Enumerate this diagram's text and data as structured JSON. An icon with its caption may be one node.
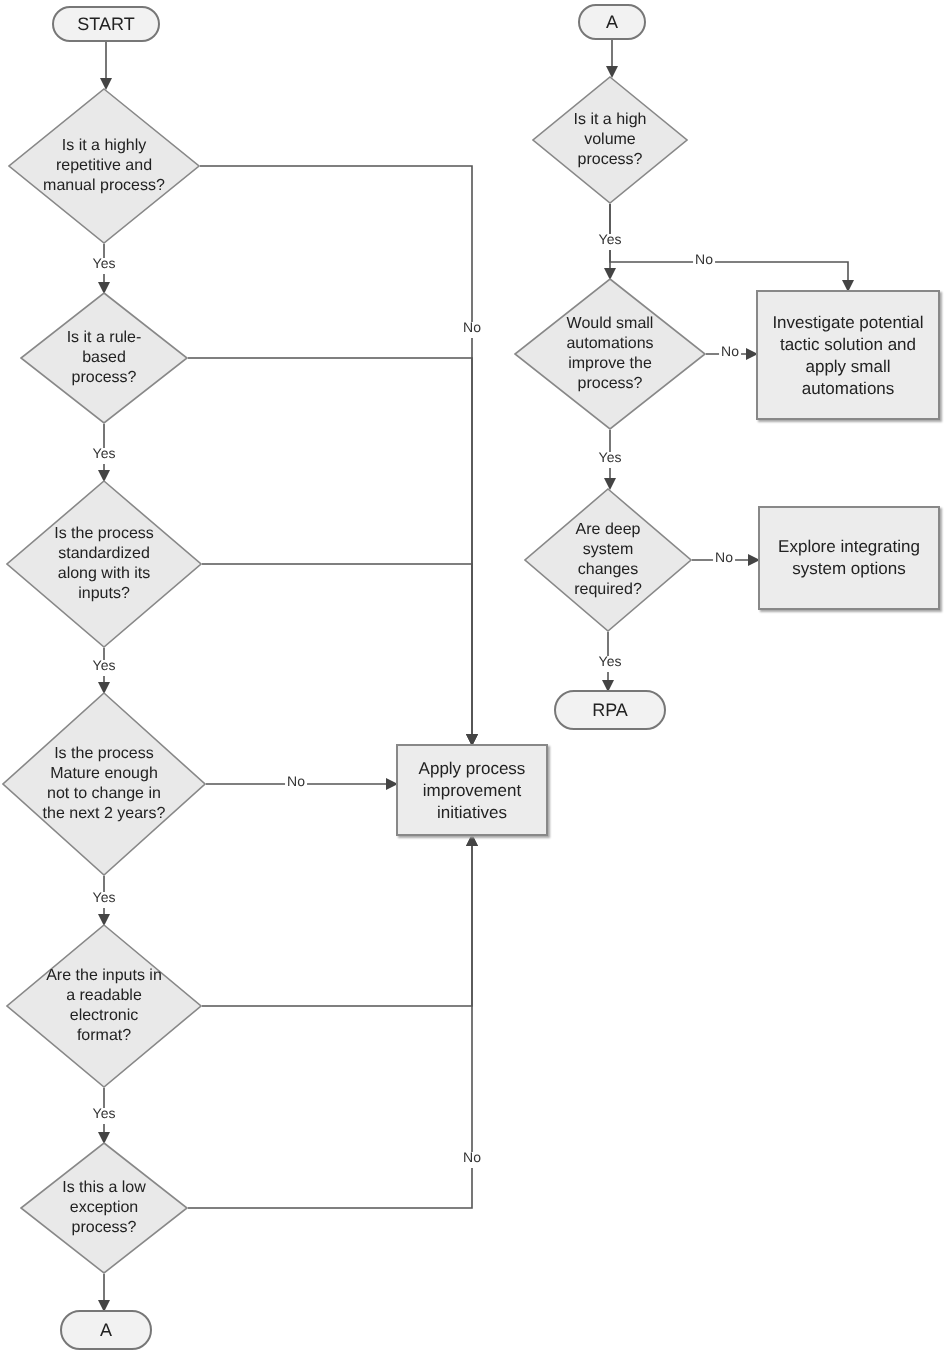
{
  "diagram": {
    "nodes": [
      {
        "text": [
          "START"
        ]
      },
      {
        "text": [
          "Is it a highly repetitive and manual process?"
        ]
      },
      {
        "text": [
          "Is it a rule-based process?"
        ]
      },
      {
        "text": [
          "Is the process standardized along with its inputs?"
        ]
      },
      {
        "text": [
          "Is the process Mature enough not to change in the next 2 years?"
        ]
      },
      {
        "text": [
          "Apply process improvement initiatives"
        ]
      },
      {
        "text": [
          "Are the inputs in a readable electronic format?"
        ]
      },
      {
        "text": [
          "Is this a low exception process?"
        ]
      },
      {
        "text": [
          "A"
        ]
      },
      {
        "text": [
          "A"
        ]
      },
      {
        "text": [
          "Is it a high volume process?"
        ]
      },
      {
        "text": [
          "Would small automations improve the process?"
        ]
      },
      {
        "text": [
          "Investigate potential tactic solution and apply small automations"
        ]
      },
      {
        "text": [
          "Are deep system changes required?"
        ]
      },
      {
        "text": [
          "Explore integrating system options"
        ]
      },
      {
        "text": [
          "RPA"
        ]
      }
    ],
    "edges": [
      {
        "from": 0,
        "to": 1,
        "arrow": "to"
      },
      {
        "from": 1,
        "to": 2,
        "arrow": "to",
        "label": "Yes"
      },
      {
        "from": 2,
        "to": 3,
        "arrow": "to",
        "label": "Yes"
      },
      {
        "from": 3,
        "to": 4,
        "arrow": "to",
        "label": "Yes"
      },
      {
        "from": 4,
        "to": 5,
        "arrow": "to",
        "label": "No"
      },
      {
        "from": 4,
        "to": 6,
        "arrow": "to",
        "label": "Yes"
      },
      {
        "from": 6,
        "to": 7,
        "arrow": "to",
        "label": "Yes"
      },
      {
        "from": 7,
        "to": 8,
        "arrow": "to"
      },
      {
        "from": 1,
        "to": 5,
        "arrow": "to",
        "label": "No"
      },
      {
        "from": 2,
        "to": 5,
        "arrow": "to"
      },
      {
        "from": 3,
        "to": 5,
        "arrow": "to"
      },
      {
        "from": 6,
        "to": 5,
        "arrow": "to"
      },
      {
        "from": 7,
        "to": 5,
        "arrow": "to",
        "label": "No"
      },
      {
        "from": 9,
        "to": 10,
        "arrow": "to"
      },
      {
        "from": 10,
        "to": 11,
        "arrow": "to",
        "label": "Yes"
      },
      {
        "from": 10,
        "to": 12,
        "arrow": "to",
        "label": "No"
      },
      {
        "from": 11,
        "to": 12,
        "arrow": "to",
        "label": "No"
      },
      {
        "from": 11,
        "to": 13,
        "arrow": "to",
        "label": "Yes"
      },
      {
        "from": 13,
        "to": 14,
        "arrow": "to",
        "label": "No"
      },
      {
        "from": 13,
        "to": 15,
        "arrow": "to",
        "label": "Yes"
      }
    ]
  }
}
